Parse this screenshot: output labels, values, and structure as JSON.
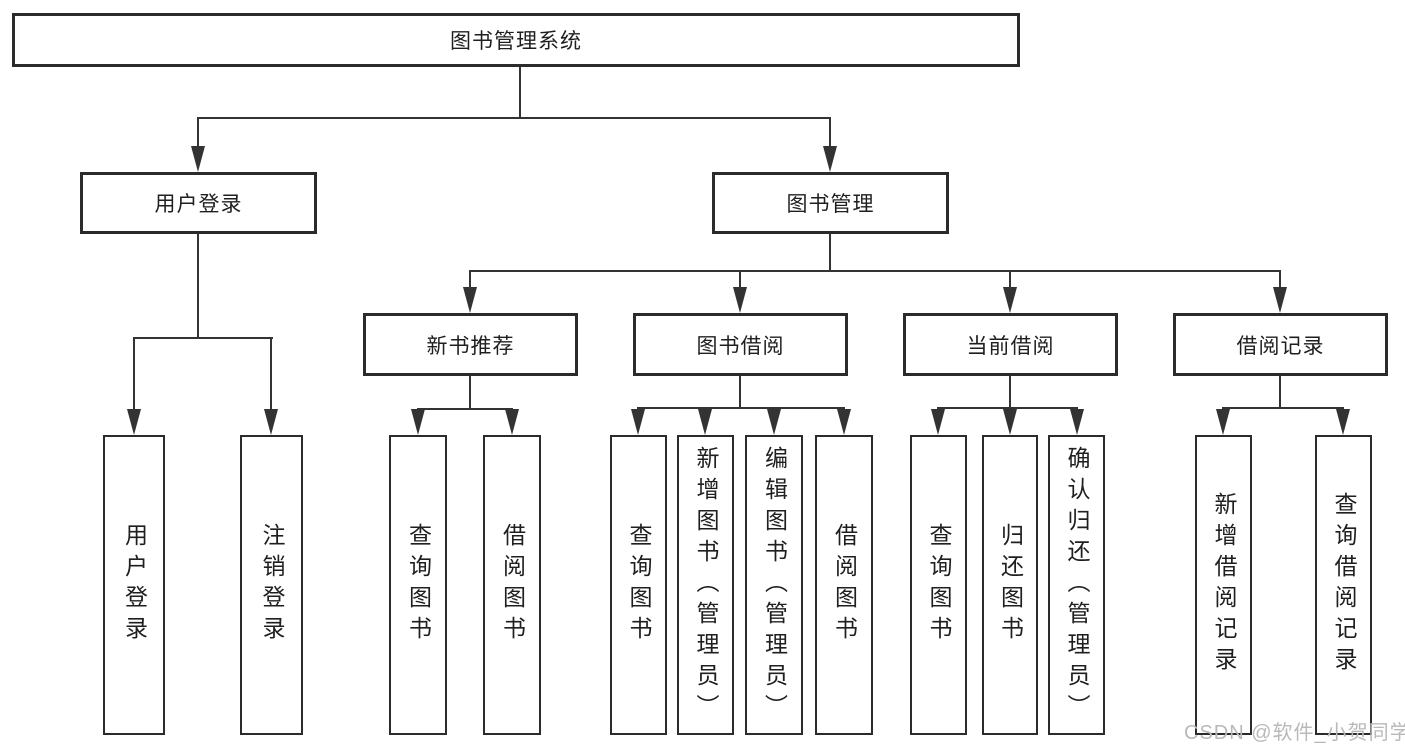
{
  "diagram": {
    "root": {
      "label": "图书管理系统"
    },
    "branches": [
      {
        "label": "用户登录",
        "children": [
          {
            "label": "用户登录"
          },
          {
            "label": "注销登录"
          }
        ]
      },
      {
        "label": "图书管理",
        "children": [
          {
            "label": "新书推荐",
            "children": [
              {
                "label": "查询图书"
              },
              {
                "label": "借阅图书"
              }
            ]
          },
          {
            "label": "图书借阅",
            "children": [
              {
                "label": "查询图书"
              },
              {
                "label": "新增图书（管理员）"
              },
              {
                "label": "编辑图书（管理员）"
              },
              {
                "label": "借阅图书"
              }
            ]
          },
          {
            "label": "当前借阅",
            "children": [
              {
                "label": "查询图书"
              },
              {
                "label": "归还图书"
              },
              {
                "label": "确认归还（管理员）"
              }
            ]
          },
          {
            "label": "借阅记录",
            "children": [
              {
                "label": "新增借阅记录"
              },
              {
                "label": "查询借阅记录"
              }
            ]
          }
        ]
      }
    ]
  },
  "watermark": {
    "text": "CSDN @软件_小贺同学"
  },
  "colors": {
    "line": "#333333",
    "box_border": "#2b2b2b",
    "text": "#1f1f1f",
    "watermark": "#b9b9b9",
    "background": "#ffffff"
  }
}
